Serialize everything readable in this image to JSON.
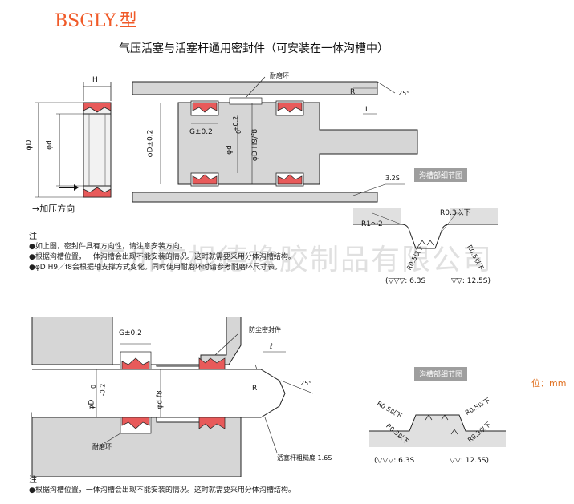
{
  "header": {
    "title": "BSGLY.型",
    "subtitle": "气压活塞与活塞杆通用密封件（可安装在一体沟槽中）"
  },
  "top_diagram": {
    "dim_H": "H",
    "dim_phiD": "φD",
    "dim_phid": "φd",
    "press_direction": "→加压方向",
    "wear_ring": "耐磨环",
    "dim_G": "G±0.2",
    "dim_D_tol": "φD±0.2",
    "dim_d_tol": "φd",
    "dim_d_tol_sup": "+0.2",
    "dim_d_tol_sub": "0",
    "dim_D_fit": "φD H9/f8",
    "dim_R": "R",
    "dim_L": "L",
    "angle": "25°",
    "roughness": "3.2S"
  },
  "groove_detail_top": {
    "badge": "沟槽部细节图",
    "r_range": "R1～2",
    "r03": "R0.3以下",
    "r05_left": "R0.5以下",
    "r05_right": "R0.5以下",
    "finish_a": "(▽▽▽: 6.3S",
    "finish_b": "▽▽: 12.5S)"
  },
  "notes_top": {
    "heading": "注",
    "items": [
      "●如上图，密封件具有方向性，请注意安装方向。",
      "●根据沟槽位置，一体沟槽会出现不能安装的情况。这时就需要采用分体沟槽结构。",
      "●φD H9／f8会根据轴支撑方式变化。同时使用耐磨环时请参考耐磨环尺寸表。"
    ]
  },
  "watermark": "广州市根德橡胶制品有限公司",
  "bottom_diagram": {
    "dim_G": "G±0.2",
    "dust_seal": "防尘密封件",
    "dim_l": "ℓ",
    "dim_R": "R",
    "angle": "25°",
    "dim_D": "φD",
    "dim_D_sup": "0",
    "dim_D_sub": "-0.2",
    "dim_d_fit": "φd f8",
    "wear_ring": "耐磨环",
    "rod_roughness": "活塞杆粗糙度 1.6S"
  },
  "groove_detail_bottom": {
    "badge": "沟槽部细节图",
    "r05_left": "R0.5以下",
    "r05_right": "R0.5以下",
    "r03_left": "R0.3以下",
    "r03_right": "R0.3以下",
    "finish_a": "(▽▽▽: 6.3S",
    "finish_b": "▽▽: 12.5S)"
  },
  "unit_label": "位：mm",
  "notes_bottom": {
    "heading": "注",
    "items": [
      "●根据沟槽位置，一体沟槽会出现不能安装的情况。这时就需要采用分体沟槽结构。"
    ]
  },
  "colors": {
    "title": "#f05a28",
    "seal": "#e85a5a",
    "housing": "#d6d6d6",
    "badge": "#9e9e9e"
  }
}
